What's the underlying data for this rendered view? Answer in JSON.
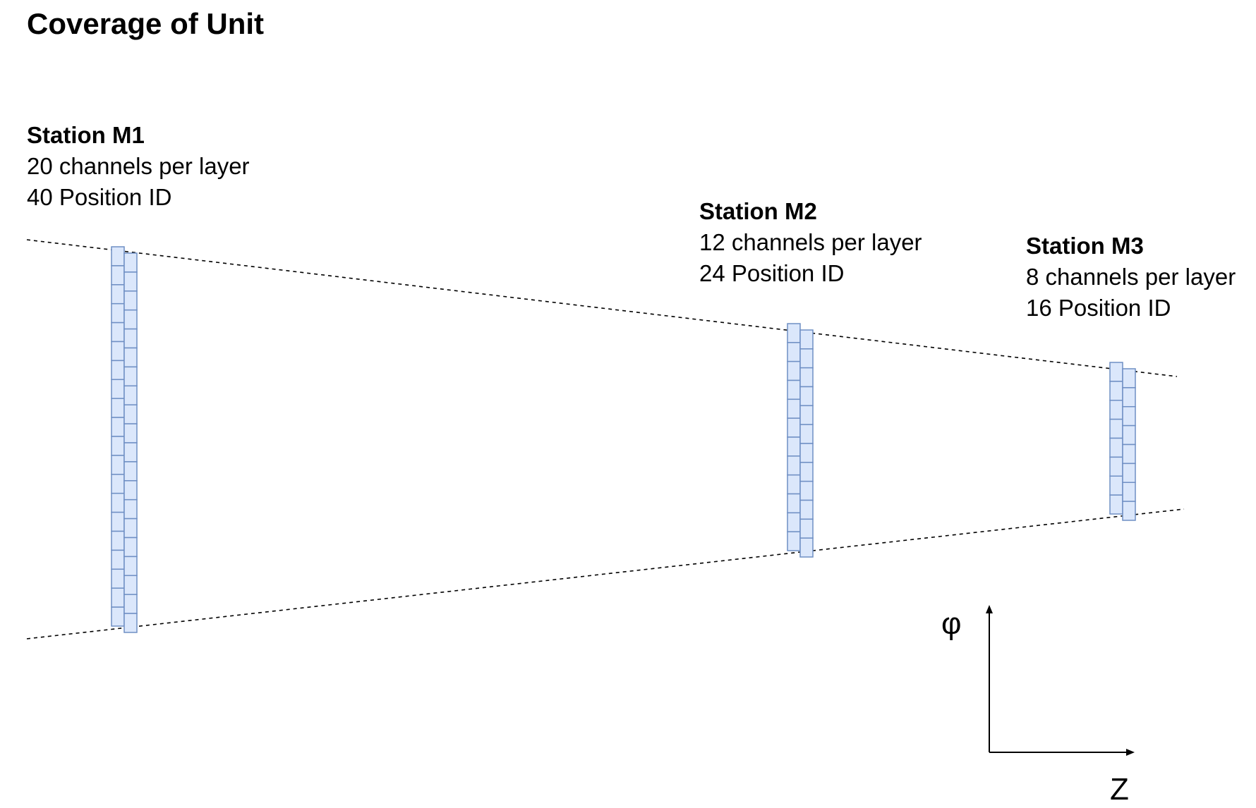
{
  "title": "Coverage of Unit",
  "stations": [
    {
      "name": "Station M1",
      "channels_text": "20 channels per layer",
      "positions_text": "40 Position ID",
      "channels_per_layer": 20
    },
    {
      "name": "Station M2",
      "channels_text": "12 channels per layer",
      "positions_text": "24 Position ID",
      "channels_per_layer": 12
    },
    {
      "name": "Station M3",
      "channels_text": "8 channels per layer",
      "positions_text": "16 Position ID",
      "channels_per_layer": 8
    }
  ],
  "axes": {
    "vertical_label": "φ",
    "horizontal_label": "Z"
  },
  "colors": {
    "cell_fill": "#dbe7fb",
    "cell_stroke": "#6f8fc4",
    "line": "#000000"
  }
}
